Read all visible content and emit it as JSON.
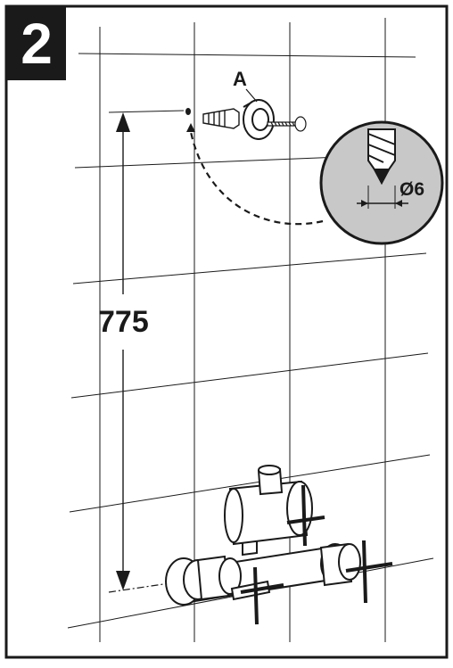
{
  "step": {
    "number": "2"
  },
  "labels": {
    "part": "A",
    "drill_diameter": "Ø6",
    "height": "775"
  },
  "colors": {
    "line": "#1a1a1a",
    "badge": "#1a1a1a",
    "magnifier_fill": "#c8c8c8"
  }
}
